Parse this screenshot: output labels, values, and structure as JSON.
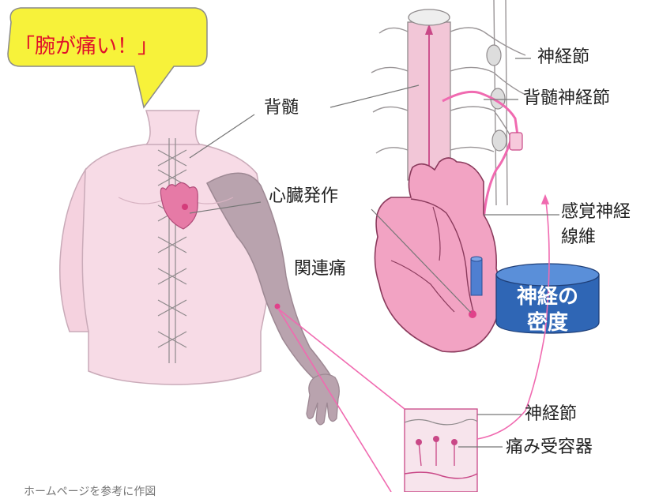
{
  "speech_bubble": {
    "text": "「腕が痛い！」"
  },
  "labels": {
    "spinal_cord": "背髄",
    "ganglion_top": "神経節",
    "spinal_ganglion": "背髄神経節",
    "heart_attack": "心臓発作",
    "sensory_fiber_line1": "感覚神経",
    "sensory_fiber_line2": "線維",
    "referred_pain": "関連痛",
    "ganglion_bottom": "神経節",
    "pain_receptor": "痛み受容器"
  },
  "cylinder": {
    "line1": "神経の",
    "line2": "密度"
  },
  "footer": {
    "text": "ホームページを参考に作図"
  },
  "colors": {
    "bubble_fill": "#f7f23a",
    "bubble_text": "#e0102a",
    "skin": "#f7dbe6",
    "arm_shade": "#b9a3ae",
    "heart": "#f08ab2",
    "nerve": "#f06ab0",
    "cylinder_top": "#3a78c8",
    "cylinder_body": "#2f66b5"
  }
}
